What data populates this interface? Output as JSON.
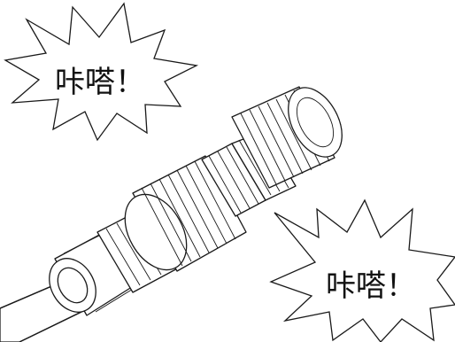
{
  "callouts": {
    "top_left": "咔嗒！",
    "bottom_right": "咔嗒！"
  },
  "colors": {
    "ink": "#1a1a1a",
    "background": "#ffffff"
  },
  "icons": [
    "starburst-callout",
    "cable-connector-illustration"
  ]
}
